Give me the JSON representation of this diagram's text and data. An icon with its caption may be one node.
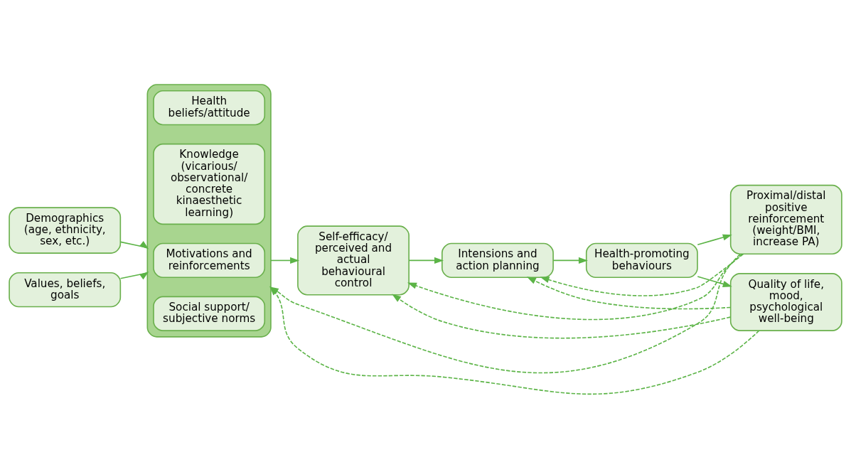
{
  "diagram": {
    "nodes": [
      {
        "text": [
          "Demographics (age, ethnicity, sex, etc.)"
        ]
      },
      {
        "text": [
          "Values, beliefs, goals"
        ]
      },
      {
        "text": [],
        "shape": "box"
      },
      {
        "text": [
          "Health beliefs/attitude"
        ],
        "in": 2
      },
      {
        "text": [
          "Knowledge (vicarious/ observational/ concrete kinaesthetic learning)"
        ],
        "in": 2
      },
      {
        "text": [
          "Motivations and reinforcements"
        ],
        "in": 2
      },
      {
        "text": [
          "Social support/ subjective norms"
        ],
        "in": 2
      },
      {
        "text": [
          "Self-efficacy/ perceived and actual behavioural control"
        ]
      },
      {
        "text": [
          "Intensions and action planning"
        ]
      },
      {
        "text": [
          "Proximal/distal positive reinforcement (weight/BMI, increase PA)"
        ]
      },
      {
        "text": [
          "Health-promoting behaviours"
        ]
      },
      {
        "text": [
          "Quality of life, mood, psychological well-being"
        ]
      }
    ],
    "edges": [
      {
        "from": 0,
        "to": 2,
        "arrow": "to"
      },
      {
        "from": 1,
        "to": 2,
        "arrow": "to"
      },
      {
        "from": 2,
        "to": 7,
        "arrow": "to"
      },
      {
        "from": 7,
        "to": 8,
        "arrow": "to"
      },
      {
        "from": 8,
        "to": 10,
        "arrow": "to"
      },
      {
        "from": 10,
        "to": 9,
        "arrow": "to"
      },
      {
        "from": 10,
        "to": 11,
        "arrow": "to"
      },
      {
        "from": 9,
        "to": 2,
        "arrow": "to",
        "style": "dashed"
      },
      {
        "from": 9,
        "to": 7,
        "arrow": "to",
        "style": "dashed"
      },
      {
        "from": 9,
        "to": 8,
        "arrow": "to",
        "style": "dashed"
      },
      {
        "from": 11,
        "to": 2,
        "arrow": "to",
        "style": "dashed"
      },
      {
        "from": 11,
        "to": 7,
        "arrow": "to",
        "style": "dashed"
      },
      {
        "from": 11,
        "to": 8,
        "arrow": "to",
        "style": "dashed"
      }
    ]
  }
}
